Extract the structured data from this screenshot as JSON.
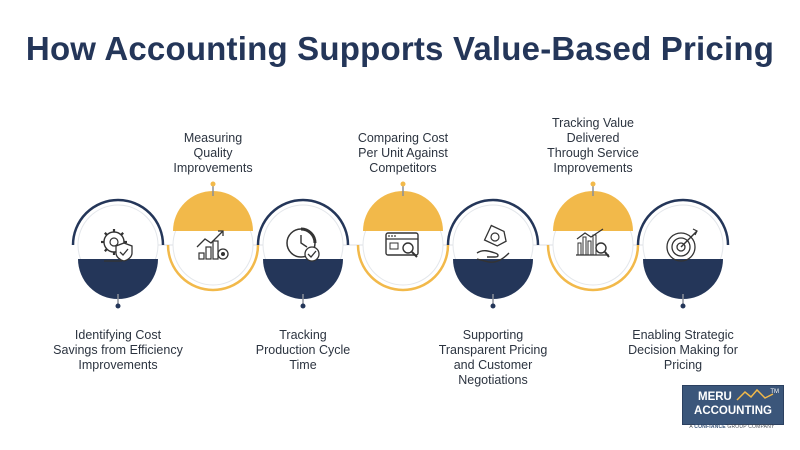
{
  "title": "How Accounting Supports Value-Based Pricing",
  "colors": {
    "navy": "#243659",
    "gold": "#f2b94a",
    "line": "#8a8f98"
  },
  "steps": [
    {
      "lines": [
        "Identifying Cost",
        "Savings from Efficiency",
        "Improvements"
      ],
      "icon": "gear-shield-icon"
    },
    {
      "lines": [
        "Measuring",
        "Quality",
        "Improvements"
      ],
      "icon": "growth-chart-gear-icon"
    },
    {
      "lines": [
        "Tracking",
        "Production Cycle",
        "Time"
      ],
      "icon": "clock-check-icon"
    },
    {
      "lines": [
        "Comparing Cost",
        "Per Unit Against",
        "Competitors"
      ],
      "icon": "browser-search-icon"
    },
    {
      "lines": [
        "Supporting",
        "Transparent Pricing",
        "and Customer",
        "Negotiations"
      ],
      "icon": "hand-price-tag-icon"
    },
    {
      "lines": [
        "Tracking Value",
        "Delivered",
        "Through Service",
        "Improvements"
      ],
      "icon": "bar-chart-magnifier-icon"
    },
    {
      "lines": [
        "Enabling Strategic",
        "Decision Making for",
        "Pricing"
      ],
      "icon": "target-arrow-icon"
    }
  ],
  "logo": {
    "name_line1": "MERU",
    "name_line2": "ACCOUNTING",
    "tm": "TM",
    "tagline_prefix": "A",
    "tagline_brand": "CONFIANCE",
    "tagline_suffix": "GROUP COMPANY"
  }
}
